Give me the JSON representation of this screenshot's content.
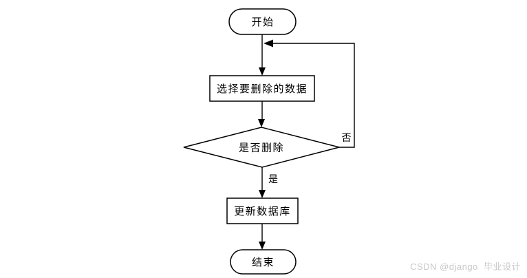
{
  "diagram": {
    "background_color": "#ffffff",
    "line_color": "#000000",
    "node_fill_color": "#ffffff",
    "nodes": {
      "start": {
        "type": "terminator",
        "label": "开始"
      },
      "select": {
        "type": "process",
        "label": "选择要删除的数据"
      },
      "decision": {
        "type": "decision",
        "label": "是否删除"
      },
      "update": {
        "type": "process",
        "label": "更新数据库"
      },
      "end": {
        "type": "terminator",
        "label": "结束"
      }
    },
    "edge_labels": {
      "yes": "是",
      "no": "否"
    }
  },
  "watermark": {
    "text": "CSDN @django  毕业设计",
    "color": "#c9c9c9"
  }
}
